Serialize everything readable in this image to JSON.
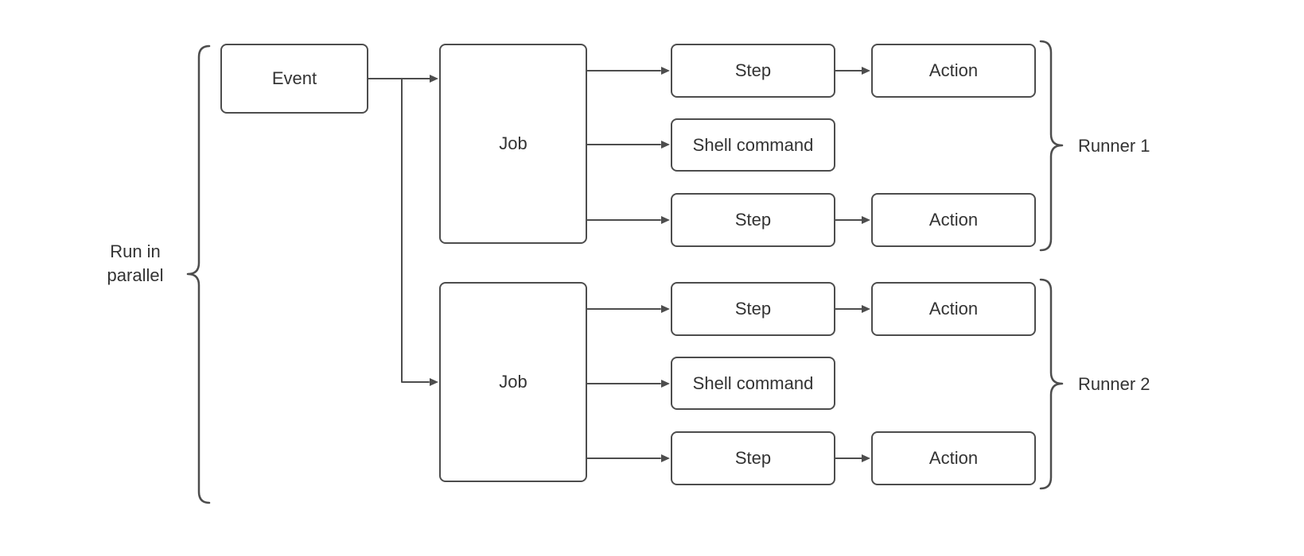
{
  "colors": {
    "border": "#4d4d4d",
    "arrow": "#4d4d4d",
    "text": "#333333",
    "background": "#ffffff"
  },
  "annotations": {
    "run_in_parallel": "Run in\nparallel",
    "runner_1": "Runner 1",
    "runner_2": "Runner 2"
  },
  "nodes": {
    "event": {
      "label": "Event"
    },
    "job_1": {
      "label": "Job"
    },
    "job_2": {
      "label": "Job"
    },
    "job_1_step_1": {
      "label": "Step"
    },
    "job_1_shell_command": {
      "label": "Shell command"
    },
    "job_1_step_2": {
      "label": "Step"
    },
    "job_1_action_1": {
      "label": "Action"
    },
    "job_1_action_2": {
      "label": "Action"
    },
    "job_2_step_1": {
      "label": "Step"
    },
    "job_2_shell_command": {
      "label": "Shell command"
    },
    "job_2_step_2": {
      "label": "Step"
    },
    "job_2_action_1": {
      "label": "Action"
    },
    "job_2_action_2": {
      "label": "Action"
    }
  }
}
